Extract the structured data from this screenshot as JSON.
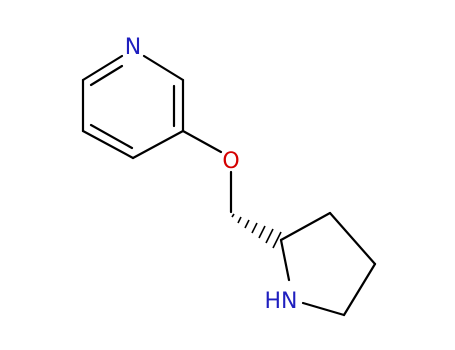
{
  "molecule": {
    "atoms": {
      "pyridine_n": {
        "symbol": "N",
        "color": "#1f1fbf"
      },
      "ether_o": {
        "symbol": "O",
        "color": "#d40000"
      },
      "amine_nh": {
        "symbol": "HN",
        "color": "#1f1fbf"
      }
    },
    "bond_color": "#000000"
  }
}
